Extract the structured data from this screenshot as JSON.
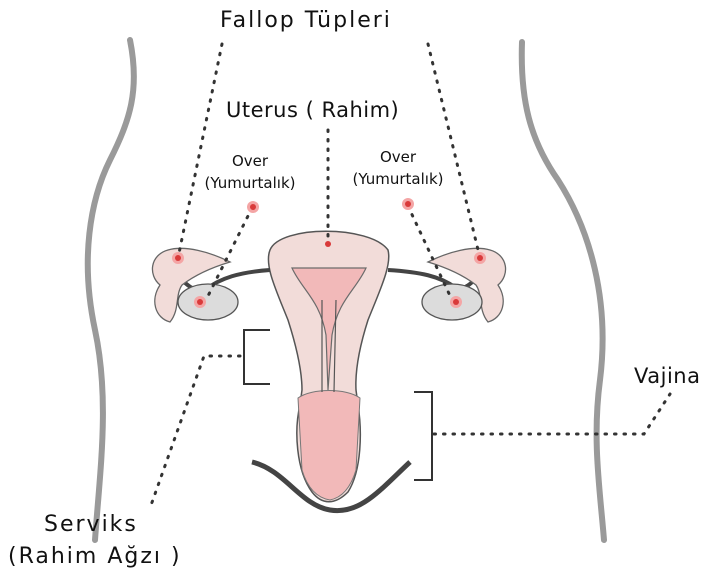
{
  "labels": {
    "fallop": "Fallop Tüpleri",
    "uterus": "Uterus ( Rahim)",
    "over_left_line1": "Over",
    "over_left_line2": "(Yumurtalık)",
    "over_right_line1": "Over",
    "over_right_line2": "(Yumurtalık)",
    "vajina": "Vajina",
    "serviks_line1": "Serviks",
    "serviks_line2": "(Rahim Ağzı )"
  },
  "colors": {
    "outline": "#555555",
    "organ_fill": "#f2dcd9",
    "inner_pink": "#f2b9b9",
    "ovary_fill": "#dcdcdc",
    "marker_red": "#d93a3a",
    "marker_halo": "#f4a5a5",
    "leader_dots": "#333333",
    "body_contour": "#9a9a9a"
  }
}
